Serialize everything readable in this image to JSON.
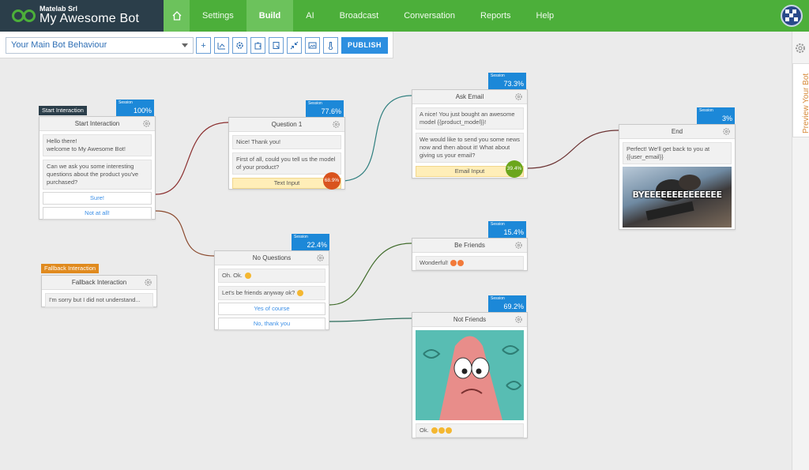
{
  "brand": {
    "company": "Matelab Srl",
    "bot_name": "My Awesome Bot"
  },
  "nav": [
    "Settings",
    "Build",
    "AI",
    "Broadcast",
    "Conversation",
    "Reports",
    "Help"
  ],
  "toolbar": {
    "behaviour_select": "Your Main Bot Behaviour",
    "tools": [
      "plus-icon",
      "chart-icon",
      "gear-icon",
      "puzzle-icon",
      "note-icon",
      "compress-icon",
      "image-icon",
      "thermometer-icon"
    ],
    "publish_label": "PUBLISH"
  },
  "rail": {
    "preview_label": "Preview Your Bot"
  },
  "colors": {
    "green": "#4caf3a",
    "brand": "#2b3e4a",
    "session": "#1c88d8",
    "start_tag": "#2b3e4a",
    "fallback_tag": "#e08a1e"
  },
  "nodes": {
    "start": {
      "tag": "Start Interaction",
      "title": "Start Interaction",
      "session_label": "Session",
      "session_value": "100%",
      "messages": [
        "Hello there!\nwelcome to My Awesome Bot!",
        "Can we ask you some interesting questions about the product you've purchased?"
      ],
      "replies": [
        "Sure!",
        "Not at all!"
      ]
    },
    "fallback": {
      "tag": "Fallback Interaction",
      "title": "Fallback Interaction",
      "messages": [
        "I'm sorry but I did not understand..."
      ]
    },
    "question1": {
      "title": "Question 1",
      "session_label": "Session",
      "session_value": "77.6%",
      "messages": [
        "Nice! Thank you!",
        "First of all, could you tell us the model of your product?"
      ],
      "input_label": "Text Input",
      "input_pct": "68.9%"
    },
    "ask_email": {
      "title": "Ask Email",
      "session_label": "Session",
      "session_value": "73.3%",
      "messages": [
        "A nice! You just bought an awesome model {{product_model}}!",
        "We would like to send you some news now and then about it! What about giving us your email?"
      ],
      "input_label": "Email Input",
      "input_pct": "39.4%"
    },
    "end": {
      "title": "End",
      "session_label": "Session",
      "session_value": "3%",
      "messages": [
        "Perfect! We'll get back to you at {{user_email}}"
      ],
      "gif_text": "BYEEEEEEEEEEEEEE"
    },
    "no_questions": {
      "title": "No Questions",
      "session_label": "Session",
      "session_value": "22.4%",
      "messages": [
        "Oh. Ok.",
        "Let's be friends anyway ok?"
      ],
      "replies": [
        "Yes of course",
        "No, thank you"
      ]
    },
    "be_friends": {
      "title": "Be Friends",
      "session_label": "Session",
      "session_value": "15.4%",
      "messages": [
        "Wonderful!"
      ]
    },
    "not_friends": {
      "title": "Not Friends",
      "session_label": "Session",
      "session_value": "69.2%",
      "messages": [
        "Ok."
      ]
    }
  }
}
